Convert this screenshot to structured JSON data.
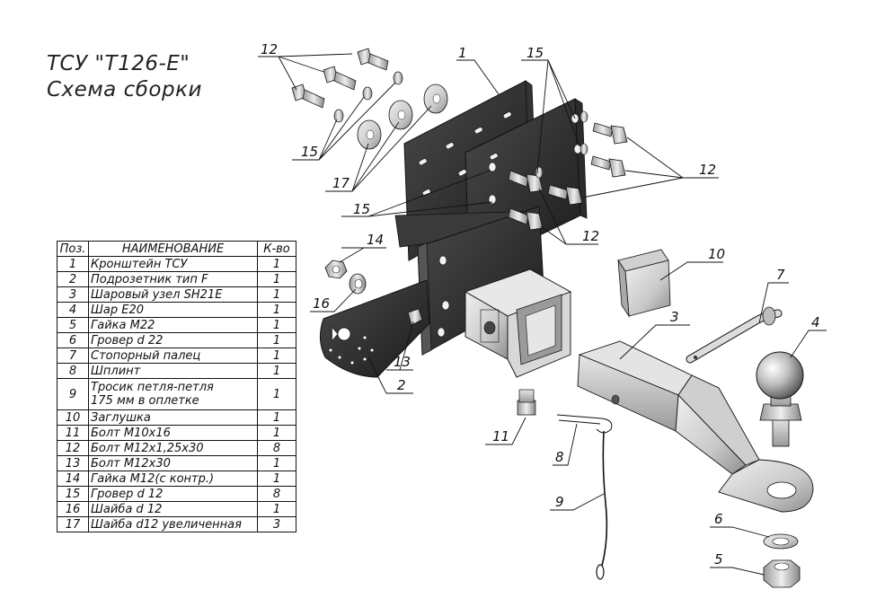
{
  "title": {
    "line1": "ТСУ \"Т126-Е\"",
    "line2": "Схема сборки"
  },
  "bom": {
    "headers": {
      "pos": "Поз.",
      "name": "НАИМЕНОВАНИЕ",
      "qty": "К-во"
    },
    "rows": [
      {
        "pos": "1",
        "name": "Кронштейн ТСУ",
        "qty": "1"
      },
      {
        "pos": "2",
        "name": "Подрозетник тип F",
        "qty": "1"
      },
      {
        "pos": "3",
        "name": "Шаровый узел SH21E",
        "qty": "1"
      },
      {
        "pos": "4",
        "name": "Шар Е20",
        "qty": "1"
      },
      {
        "pos": "5",
        "name": "Гайка М22",
        "qty": "1"
      },
      {
        "pos": "6",
        "name": "Гровер d 22",
        "qty": "1"
      },
      {
        "pos": "7",
        "name": "Стопорный палец",
        "qty": "1"
      },
      {
        "pos": "8",
        "name": "Шплинт",
        "qty": "1"
      },
      {
        "pos": "9",
        "name": "Тросик петля-петля",
        "name2": "175 мм в оплетке",
        "qty": "1"
      },
      {
        "pos": "10",
        "name": "Заглушка",
        "qty": "1"
      },
      {
        "pos": "11",
        "name": "Болт М10х16",
        "qty": "1"
      },
      {
        "pos": "12",
        "name": "Болт М12х1,25х30",
        "qty": "8"
      },
      {
        "pos": "13",
        "name": "Болт М12х30",
        "qty": "1"
      },
      {
        "pos": "14",
        "name": "Гайка М12(с контр.)",
        "qty": "1"
      },
      {
        "pos": "15",
        "name": "Гровер d 12",
        "qty": "8"
      },
      {
        "pos": "16",
        "name": "Шайба d 12",
        "qty": "1"
      },
      {
        "pos": "17",
        "name": "Шайба d12 увеличенная",
        "qty": "3"
      }
    ]
  },
  "callouts": {
    "c12a": "12",
    "c1": "1",
    "c15a": "15",
    "c15b": "15",
    "c17": "17",
    "c15c": "15",
    "c12b": "12",
    "c12c": "12",
    "c14": "14",
    "c16": "16",
    "c10": "10",
    "c7": "7",
    "c3": "3",
    "c4": "4",
    "c13": "13",
    "c2": "2",
    "c11": "11",
    "c8": "8",
    "c9": "9",
    "c6": "6",
    "c5": "5"
  }
}
